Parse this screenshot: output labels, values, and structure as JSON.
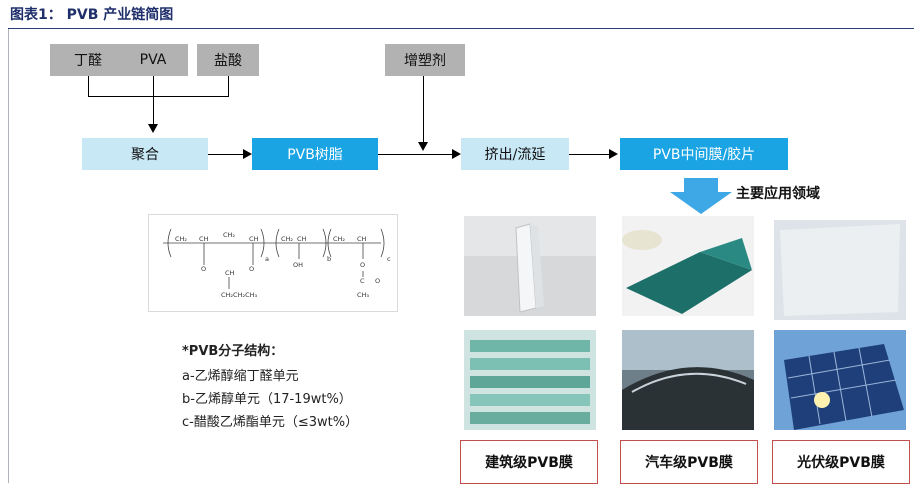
{
  "header": {
    "title": "图表1： PVB 产业链简图"
  },
  "flow": {
    "inputs": [
      "丁醛",
      "PVA",
      "盐酸"
    ],
    "additive": "增塑剂",
    "steps": [
      "聚合",
      "PVB树脂",
      "挤出/流延",
      "PVB中间膜/胶片"
    ]
  },
  "applications_label": "主要应用领域",
  "structure_formula": {
    "labels": [
      "CH₂",
      "CH",
      "CH₂",
      "CH",
      "CH₂",
      "CH",
      "CH₂",
      "CH",
      "O",
      "O",
      "CH",
      "CH₂CH₂CH₃",
      "a",
      "OH",
      "b",
      "O",
      "C",
      "O",
      "CH₃",
      "c"
    ]
  },
  "notes": {
    "heading": "*PVB分子结构：",
    "lines": [
      "a-乙烯醇缩丁醛单元",
      "b-乙烯醇单元（17-19wt%）",
      "c-醋酸乙烯酯单元（≤3wt%）"
    ]
  },
  "captions": [
    "建筑级PVB膜",
    "汽车级PVB膜",
    "光伏级PVB膜"
  ],
  "colors": {
    "gray": "#b2b2b2",
    "light_blue": "#c8e8f6",
    "blue": "#1aa4e3",
    "caption_border": "#c0504d"
  }
}
